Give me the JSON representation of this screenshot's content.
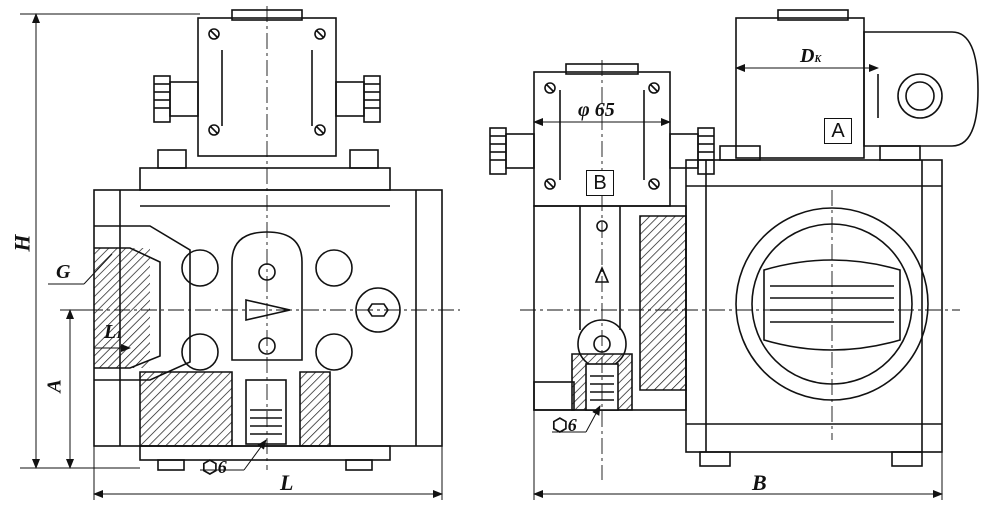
{
  "colors": {
    "ink": "#111111",
    "paper": "#ffffff"
  },
  "labels": {
    "H": "H",
    "G": "G",
    "L1_main": "L",
    "L1_sub": "1",
    "A_dim": "A",
    "hex_left": "6",
    "L": "L",
    "phi65": "φ 65",
    "B_box": "B",
    "hex_right": "6",
    "B_dim": "B",
    "Dk_main": "D",
    "Dk_sub": "K",
    "A_box": "A"
  }
}
